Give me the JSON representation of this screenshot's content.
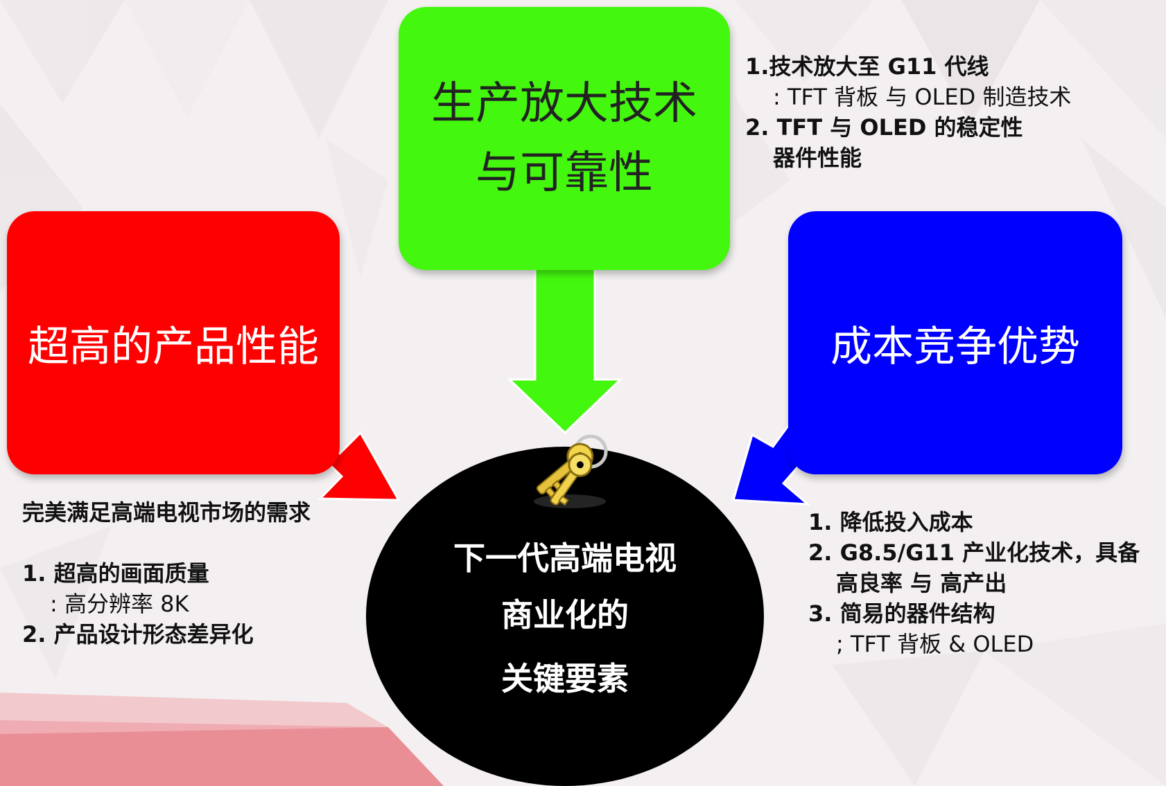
{
  "diagram": {
    "top_box": {
      "title": "生产放大技术\n与可靠性",
      "color": "#44f70f"
    },
    "left_box": {
      "title": "超高的产品性能",
      "color": "#ff0000"
    },
    "right_box": {
      "title": "成本竞争优势",
      "color": "#0000ff"
    },
    "center": {
      "line1": "下一代高端电视",
      "line2": "商业化的",
      "line3": "关键要素",
      "color": "#000000",
      "icon": "keys-icon"
    },
    "top_notes": {
      "item1": "1.技术放大至 G11 代线",
      "item1_sub": ": TFT 背板 与 OLED 制造技术",
      "item2": "2. TFT 与 OLED 的稳定性",
      "item2_sub": "器件性能"
    },
    "left_notes": {
      "heading": "完美满足高端电视市场的需求",
      "item1": "1. 超高的画面质量",
      "item1_sub": ": 高分辨率 8K",
      "item2": "2. 产品设计形态差异化"
    },
    "right_notes": {
      "item1": "1. 降低投入成本",
      "item2": "2. G8.5/G11 产业化技术，具备",
      "item2_sub": "高良率 与 高产出",
      "item3": "3. 简易的器件结构",
      "item3_sub": "; TFT 背板 & OLED"
    }
  }
}
